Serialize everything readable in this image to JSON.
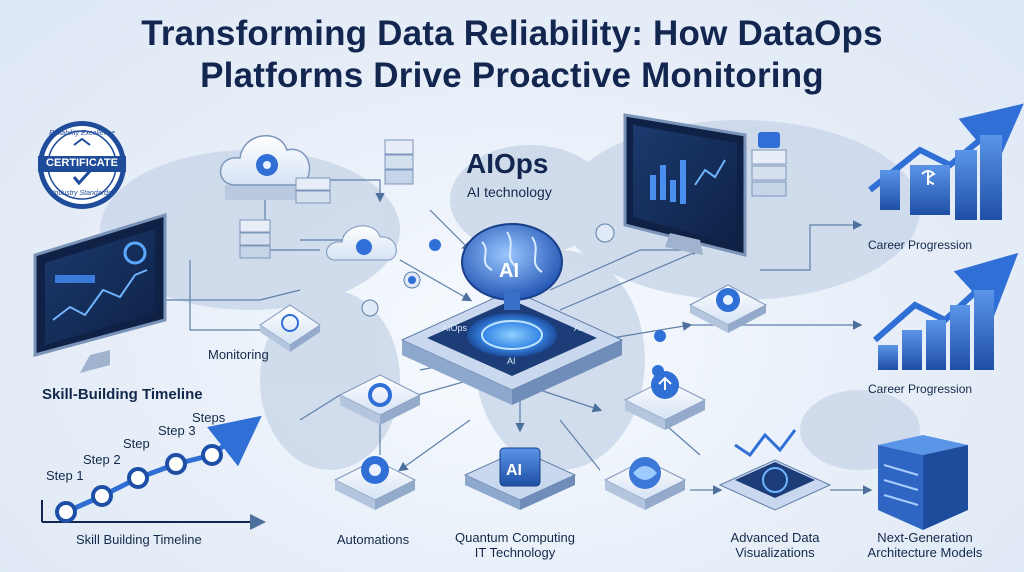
{
  "title": {
    "line1": "Transforming Data Reliability: How DataOps",
    "line2": "Platforms Drive Proactive Monitoring"
  },
  "badge": {
    "top_arc": "Reliability Excellence",
    "center": "CERTIFICATE",
    "bottom_arc": "Industry Standards"
  },
  "hub": {
    "heading": "AIOps",
    "subheading": "AI technology",
    "brain_label": "AI",
    "platform_left": "AIOps",
    "platform_right": "AI",
    "platform_front": "AI"
  },
  "labels": {
    "monitoring": "Monitoring",
    "career_progression_top": "Career Progression",
    "career_progression_bottom": "Career Progression",
    "automations": "Automations",
    "quantum_line1": "Quantum Computing",
    "quantum_line2": "IT Technology",
    "chip_label": "AI",
    "advanced_line1": "Advanced Data",
    "advanced_line2": "Visualizations",
    "nextgen_line1": "Next-Generation",
    "nextgen_line2": "Architecture Models"
  },
  "timeline": {
    "heading": "Skill-Building Timeline",
    "footer": "Skill Building Timeline",
    "steps": [
      "Step 1",
      "Step 2",
      "Step",
      "Step 3",
      "Steps"
    ]
  },
  "colors": {
    "navy": "#12264f",
    "accent": "#2f6fd6",
    "light": "#dbe8fb",
    "line": "#5f7fa8"
  },
  "icons": [
    "cloud-gear-icon",
    "server-stack-icon",
    "monitor-dashboard-icon",
    "brain-icon",
    "gear-icon",
    "chip-icon",
    "bar-chart-icon",
    "dollar-icon"
  ]
}
